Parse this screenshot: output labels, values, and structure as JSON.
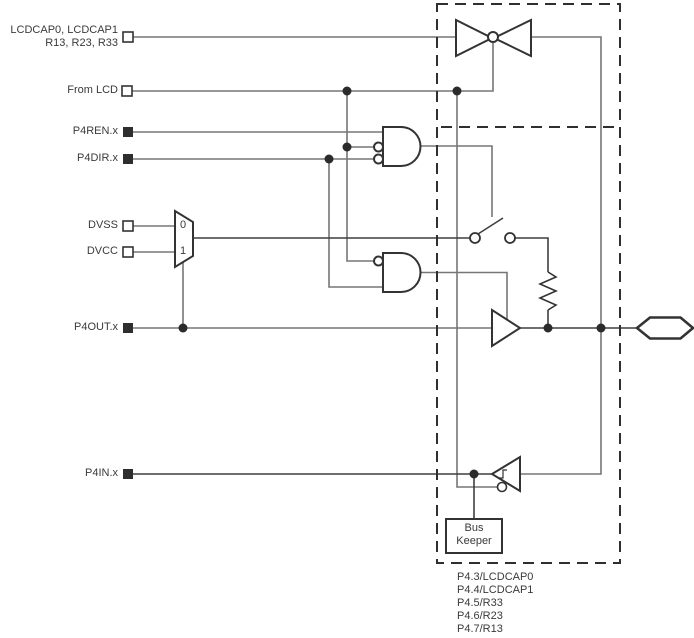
{
  "diagram": {
    "type": "port-pin-schematic",
    "signals": {
      "lcdcap_line1": "LCDCAP0, LCDCAP1",
      "lcdcap_line2": "R13, R23, R33",
      "from_lcd": "From LCD",
      "p4ren": "P4REN.x",
      "p4dir": "P4DIR.x",
      "dvss": "DVSS",
      "dvcc": "DVCC",
      "p4out": "P4OUT.x",
      "p4in": "P4IN.x"
    },
    "mux": {
      "option0": "0",
      "option1": "1"
    },
    "bus_keeper": {
      "line1": "Bus",
      "line2": "Keeper"
    },
    "pin_functions": [
      "P4.3/LCDCAP0",
      "P4.4/LCDCAP1",
      "P4.5/R33",
      "P4.6/R23",
      "P4.7/R13"
    ],
    "colors": {
      "background": "#ffffff",
      "wire": "#767676",
      "dark_wire": "#3f3f3f",
      "component": "#333333",
      "text": "#3a3a3a"
    }
  }
}
